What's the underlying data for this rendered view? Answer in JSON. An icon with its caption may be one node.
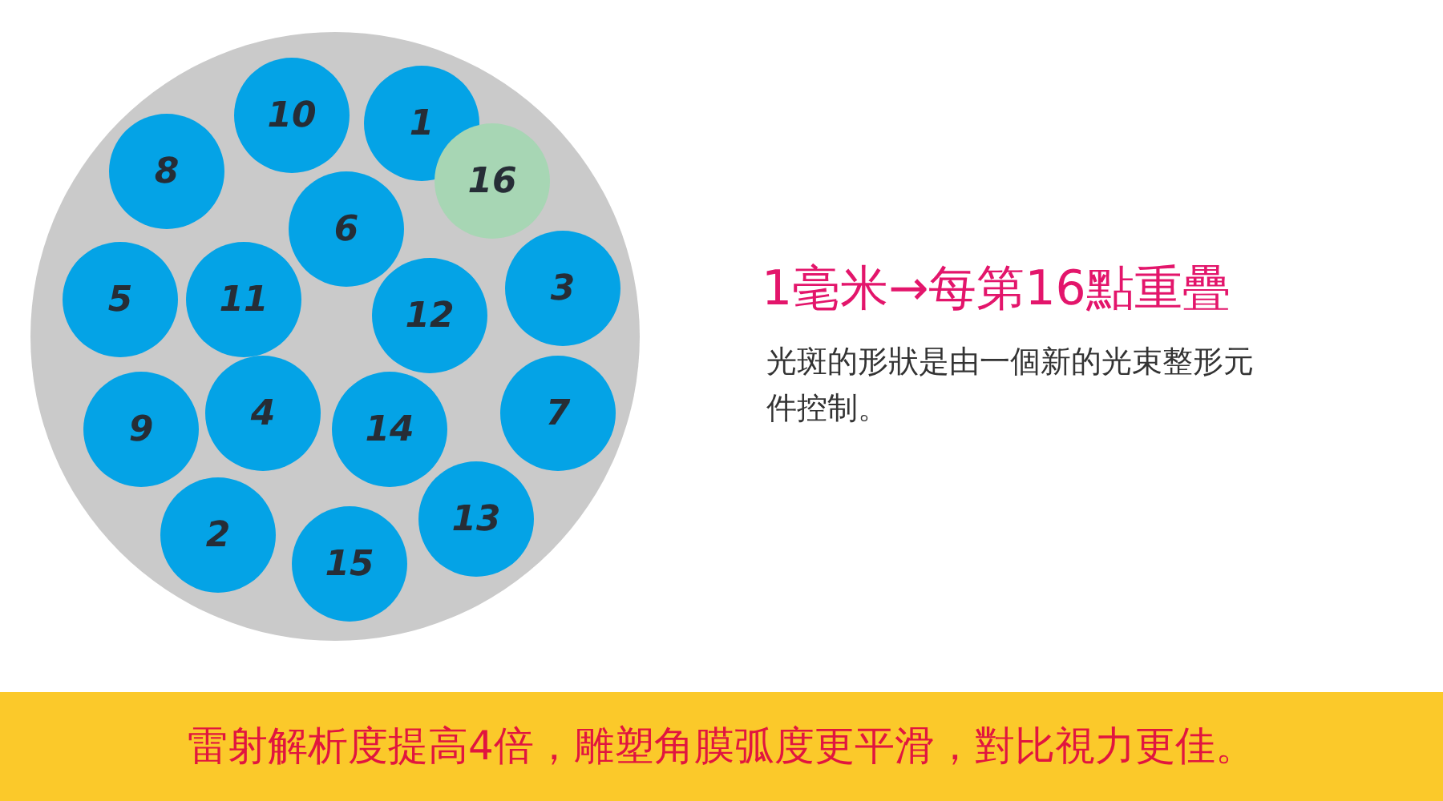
{
  "diagram": {
    "nodes": [
      {
        "text": [],
        "shape": "circle"
      },
      {
        "text": [
          "10"
        ],
        "in": 0
      },
      {
        "text": [
          "1"
        ],
        "in": 0
      },
      {
        "text": [
          "8"
        ],
        "in": 0
      },
      {
        "text": [
          "16"
        ],
        "in": 0
      },
      {
        "text": [
          "6"
        ],
        "in": 0
      },
      {
        "text": [
          "3"
        ],
        "in": 0
      },
      {
        "text": [
          "5"
        ],
        "in": 0
      },
      {
        "text": [
          "11"
        ],
        "in": 0
      },
      {
        "text": [
          "12"
        ],
        "in": 0
      },
      {
        "text": [
          "4"
        ],
        "in": 0
      },
      {
        "text": [
          "7"
        ],
        "in": 0
      },
      {
        "text": [
          "9"
        ],
        "in": 0
      },
      {
        "text": [
          "14"
        ],
        "in": 0
      },
      {
        "text": [
          "13"
        ],
        "in": 0
      },
      {
        "text": [
          "2"
        ],
        "in": 0
      },
      {
        "text": [
          "15"
        ],
        "in": 0
      }
    ],
    "edges": [],
    "labels": [
      "1毫米→每第16點重疊",
      "光斑的形狀是由一個新的光束整形元件控制。",
      "雷射解析度提高4倍，雕塑角膜弧度更平滑，對比視力更佳。"
    ]
  }
}
